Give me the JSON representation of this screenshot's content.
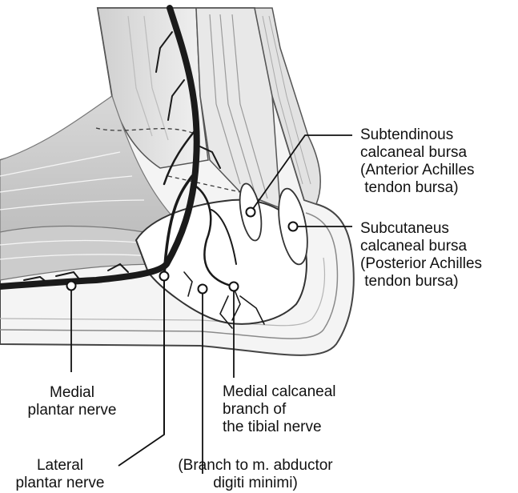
{
  "labels": {
    "subtendinous": [
      "Subtendinous",
      "calcaneal bursa",
      "(Anterior Achilles",
      " tendon bursa)"
    ],
    "subcutaneus": [
      "Subcutaneus",
      "calcaneal bursa",
      "(Posterior Achilles",
      " tendon bursa)"
    ],
    "medial_plantar": [
      "Medial",
      "plantar nerve"
    ],
    "medial_calcaneal": [
      "Medial calcaneal",
      "branch of",
      "the tibial nerve"
    ],
    "lateral_plantar": [
      "Lateral",
      "plantar nerve"
    ],
    "abductor_branch": [
      "(Branch to m. abductor",
      "digiti minimi)"
    ]
  },
  "colors": {
    "nerve": "#1a1a1a",
    "tissue_light": "#ececec",
    "tissue_mid": "#d2d2d2",
    "outline": "#3a3a3a"
  }
}
